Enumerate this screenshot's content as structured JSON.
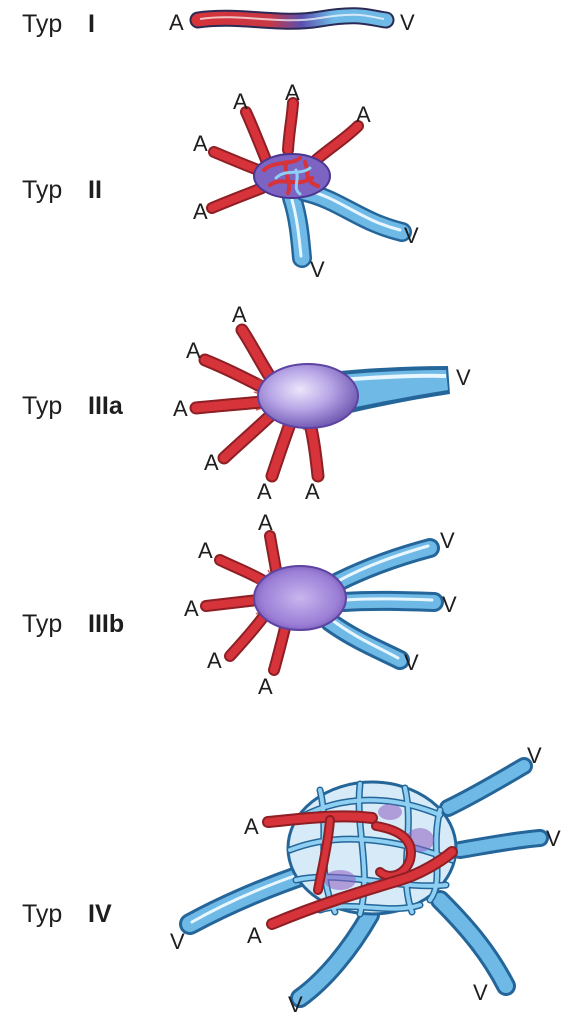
{
  "figure": {
    "types": [
      {
        "word": "Typ",
        "numeral": "I"
      },
      {
        "word": "Typ",
        "numeral": "II"
      },
      {
        "word": "Typ",
        "numeral": "IIIa"
      },
      {
        "word": "Typ",
        "numeral": "IIIb"
      },
      {
        "word": "Typ",
        "numeral": "IV"
      }
    ],
    "labels": {
      "artery": "A",
      "vein": "V"
    },
    "colors": {
      "artery": "#d6333a",
      "artery_dark": "#8e1f25",
      "vein": "#6fb9e6",
      "vein_dark": "#25669a",
      "nidus": "#a38cdc",
      "nidus_dark": "#5d44a3",
      "text": "#1e1e1e"
    }
  }
}
